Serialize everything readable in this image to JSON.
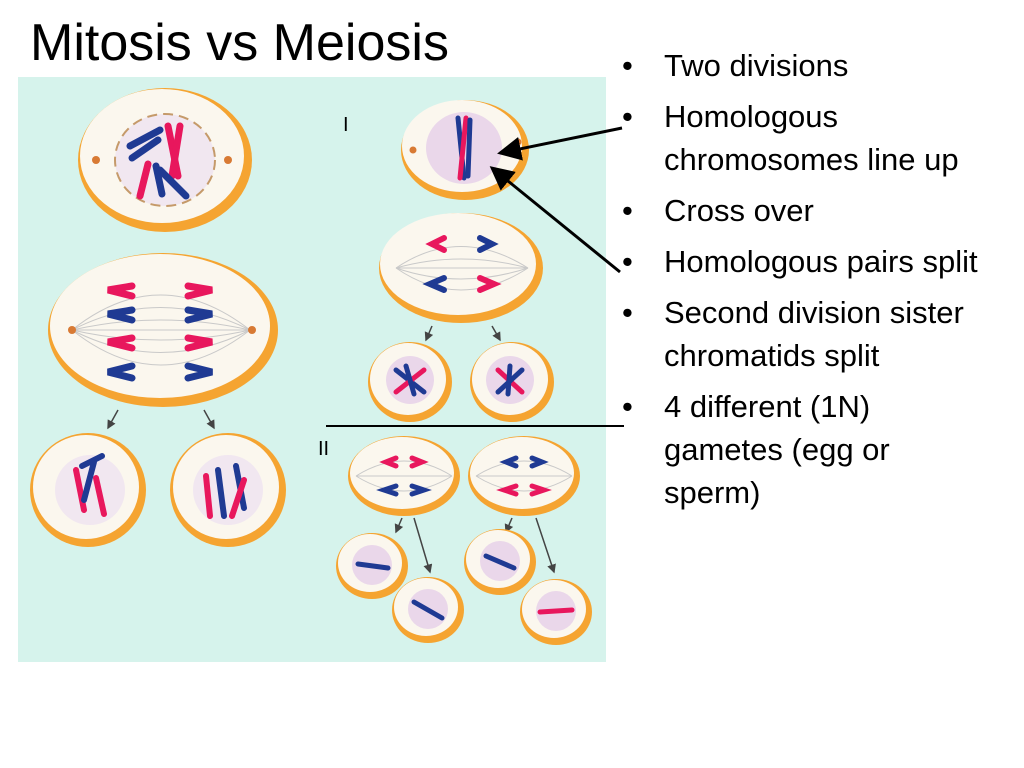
{
  "slide": {
    "title": "Mitosis vs Meiosis"
  },
  "diagram": {
    "stage_labels": [
      "I",
      "II"
    ]
  },
  "bullets": [
    "Two divisions",
    "Homologous\nchromosomes line up",
    "Cross over",
    "Homologous pairs split",
    "Second division sister\nchromatids split",
    "4 different (1N)\ngametes (egg or\nsperm)"
  ],
  "colors": {
    "panel_background": "#d6f3ec",
    "cell_membrane": "#f5a431",
    "chromosome_pink": "#e8175d",
    "chromosome_blue": "#1f3a93"
  }
}
